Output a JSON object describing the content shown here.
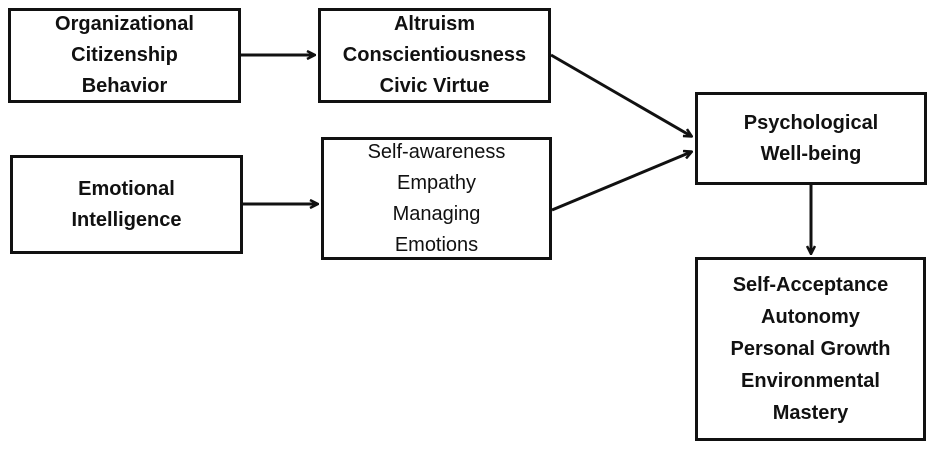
{
  "boxes": {
    "ocb": {
      "lines": [
        "Organizational",
        "Citizenship",
        "Behavior"
      ]
    },
    "ocb_dimensions": {
      "lines": [
        "Altruism",
        "Conscientiousness",
        "Civic Virtue"
      ]
    },
    "ei": {
      "lines": [
        "Emotional",
        "Intelligence"
      ]
    },
    "ei_dimensions": {
      "lines": [
        "Self-awareness",
        "Empathy",
        "Managing",
        "Emotions"
      ]
    },
    "pwb": {
      "lines": [
        "Psychological",
        "Well-being"
      ]
    },
    "pwb_dimensions": {
      "lines": [
        "Self-Acceptance",
        "Autonomy",
        "Personal Growth",
        "Environmental",
        "Mastery"
      ]
    }
  }
}
